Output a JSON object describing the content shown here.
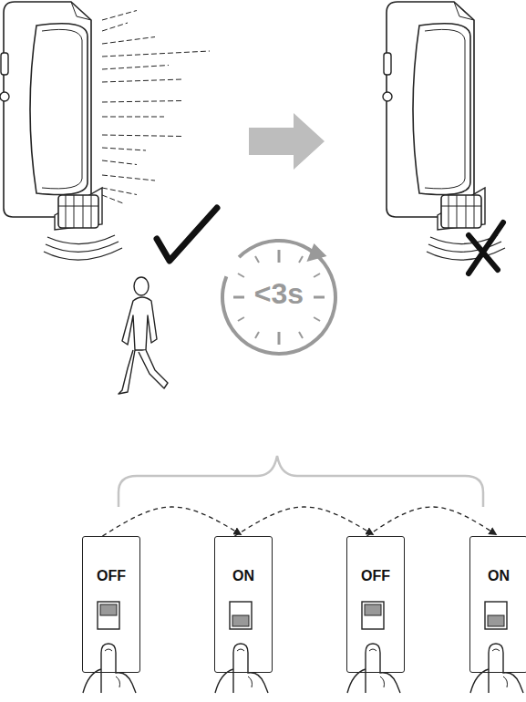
{
  "diagram": {
    "nodes": [
      {
        "text": [
          "<3s"
        ]
      },
      {
        "text": [
          "OFF"
        ]
      },
      {
        "text": [
          "ON"
        ]
      },
      {
        "text": [
          "OFF"
        ]
      },
      {
        "text": [
          "ON"
        ]
      }
    ],
    "edges": [
      {
        "from": 1,
        "to": 2,
        "arrow": "to"
      },
      {
        "from": 2,
        "to": 3,
        "arrow": "to"
      },
      {
        "from": 3,
        "to": 4,
        "arrow": "to"
      }
    ]
  }
}
